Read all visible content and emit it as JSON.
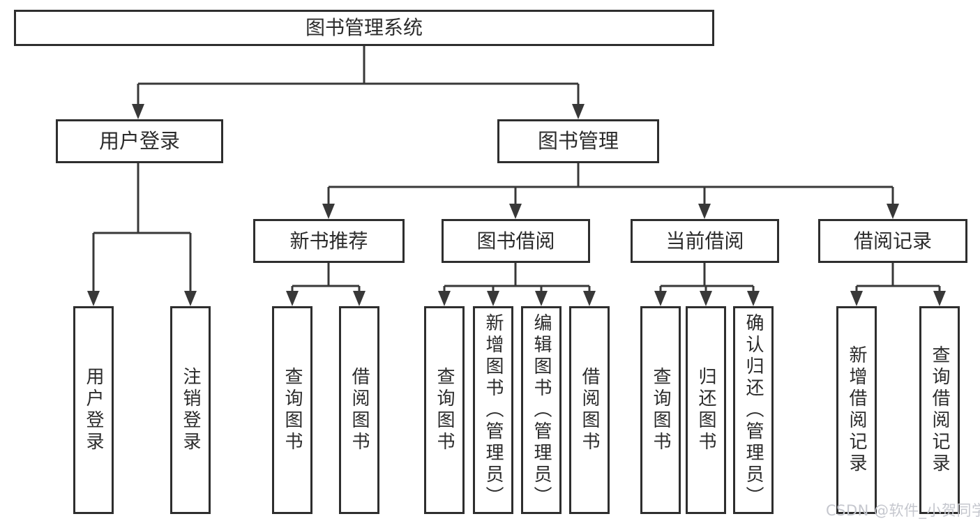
{
  "tree": {
    "label": "图书管理系统",
    "children": [
      {
        "label": "用户登录",
        "children": [
          {
            "label": "用户登录"
          },
          {
            "label": "注销登录"
          }
        ]
      },
      {
        "label": "图书管理",
        "children": [
          {
            "label": "新书推荐",
            "children": [
              {
                "label": "查询图书"
              },
              {
                "label": "借阅图书"
              }
            ]
          },
          {
            "label": "图书借阅",
            "children": [
              {
                "label": "查询图书"
              },
              {
                "label": "新增图书（管理员）"
              },
              {
                "label": "编辑图书（管理员）"
              },
              {
                "label": "借阅图书"
              }
            ]
          },
          {
            "label": "当前借阅",
            "children": [
              {
                "label": "查询图书"
              },
              {
                "label": "归还图书"
              },
              {
                "label": "确认归还（管理员）"
              }
            ]
          },
          {
            "label": "借阅记录",
            "children": [
              {
                "label": "新增借阅记录"
              },
              {
                "label": "查询借阅记录"
              }
            ]
          }
        ]
      }
    ]
  },
  "watermark": {
    "text": "CSDN @软件_小贺同学"
  },
  "colors": {
    "line": "#383838",
    "box_border": "#2e2e2e",
    "text": "#2b2b2b",
    "background": "#ffffff",
    "watermark": "#c5c7ce"
  }
}
